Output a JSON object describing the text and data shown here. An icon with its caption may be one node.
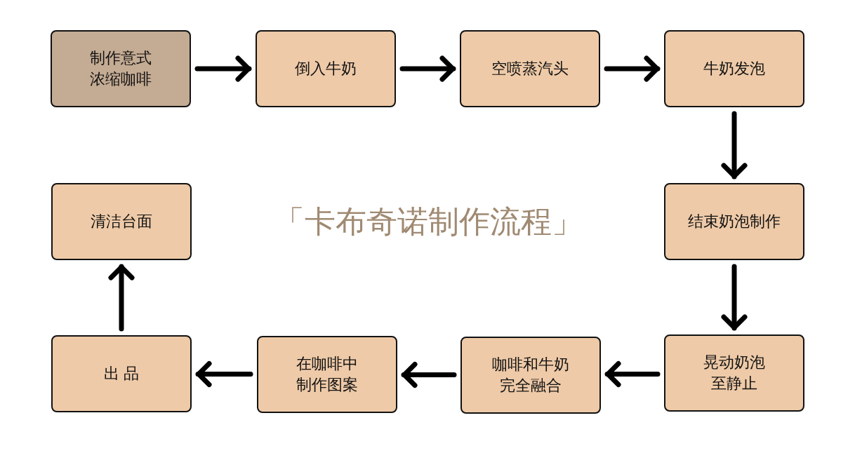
{
  "diagram": {
    "title": "「卡布奇诺制作流程」",
    "nodes": [
      {
        "text": [
          "制作意式浓缩咖啡"
        ]
      },
      {
        "text": [
          "倒入牛奶"
        ]
      },
      {
        "text": [
          "空喷蒸汽头"
        ]
      },
      {
        "text": [
          "牛奶发泡"
        ]
      },
      {
        "text": [
          "结束奶泡制作"
        ]
      },
      {
        "text": [
          "晃动奶泡至静止"
        ]
      },
      {
        "text": [
          "咖啡和牛奶完全融合"
        ]
      },
      {
        "text": [
          "在咖啡中制作图案"
        ]
      },
      {
        "text": [
          "出 品"
        ]
      },
      {
        "text": [
          "清洁台面"
        ]
      }
    ],
    "edges": [
      {
        "from": 0,
        "to": 1,
        "arrow": "to"
      },
      {
        "from": 1,
        "to": 2,
        "arrow": "to"
      },
      {
        "from": 2,
        "to": 3,
        "arrow": "to"
      },
      {
        "from": 3,
        "to": 4,
        "arrow": "to"
      },
      {
        "from": 4,
        "to": 5,
        "arrow": "to"
      },
      {
        "from": 5,
        "to": 6,
        "arrow": "to"
      },
      {
        "from": 6,
        "to": 7,
        "arrow": "to"
      },
      {
        "from": 7,
        "to": 8,
        "arrow": "to"
      },
      {
        "from": 8,
        "to": 9,
        "arrow": "to"
      }
    ]
  }
}
